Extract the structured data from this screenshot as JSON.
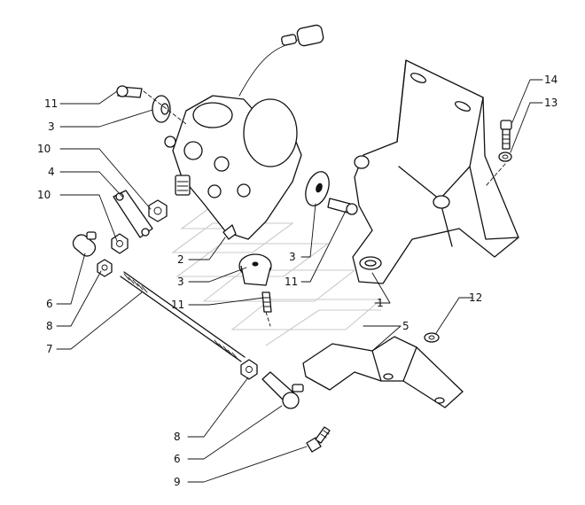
{
  "callouts": [
    {
      "id": "c11a",
      "text": "11"
    },
    {
      "id": "c3a",
      "text": "3"
    },
    {
      "id": "c10a",
      "text": "10"
    },
    {
      "id": "c4",
      "text": "4"
    },
    {
      "id": "c10b",
      "text": "10"
    },
    {
      "id": "c6a",
      "text": "6"
    },
    {
      "id": "c8a",
      "text": "8"
    },
    {
      "id": "c7",
      "text": "7"
    },
    {
      "id": "c2",
      "text": "2"
    },
    {
      "id": "c3b",
      "text": "3"
    },
    {
      "id": "c11b",
      "text": "11"
    },
    {
      "id": "c3c",
      "text": "3"
    },
    {
      "id": "c11c",
      "text": "11"
    },
    {
      "id": "c1",
      "text": "1"
    },
    {
      "id": "c5",
      "text": "5"
    },
    {
      "id": "c12",
      "text": "12"
    },
    {
      "id": "c14",
      "text": "14"
    },
    {
      "id": "c13",
      "text": "13"
    },
    {
      "id": "c8b",
      "text": "8"
    },
    {
      "id": "c6b",
      "text": "6"
    },
    {
      "id": "c9",
      "text": "9"
    }
  ]
}
